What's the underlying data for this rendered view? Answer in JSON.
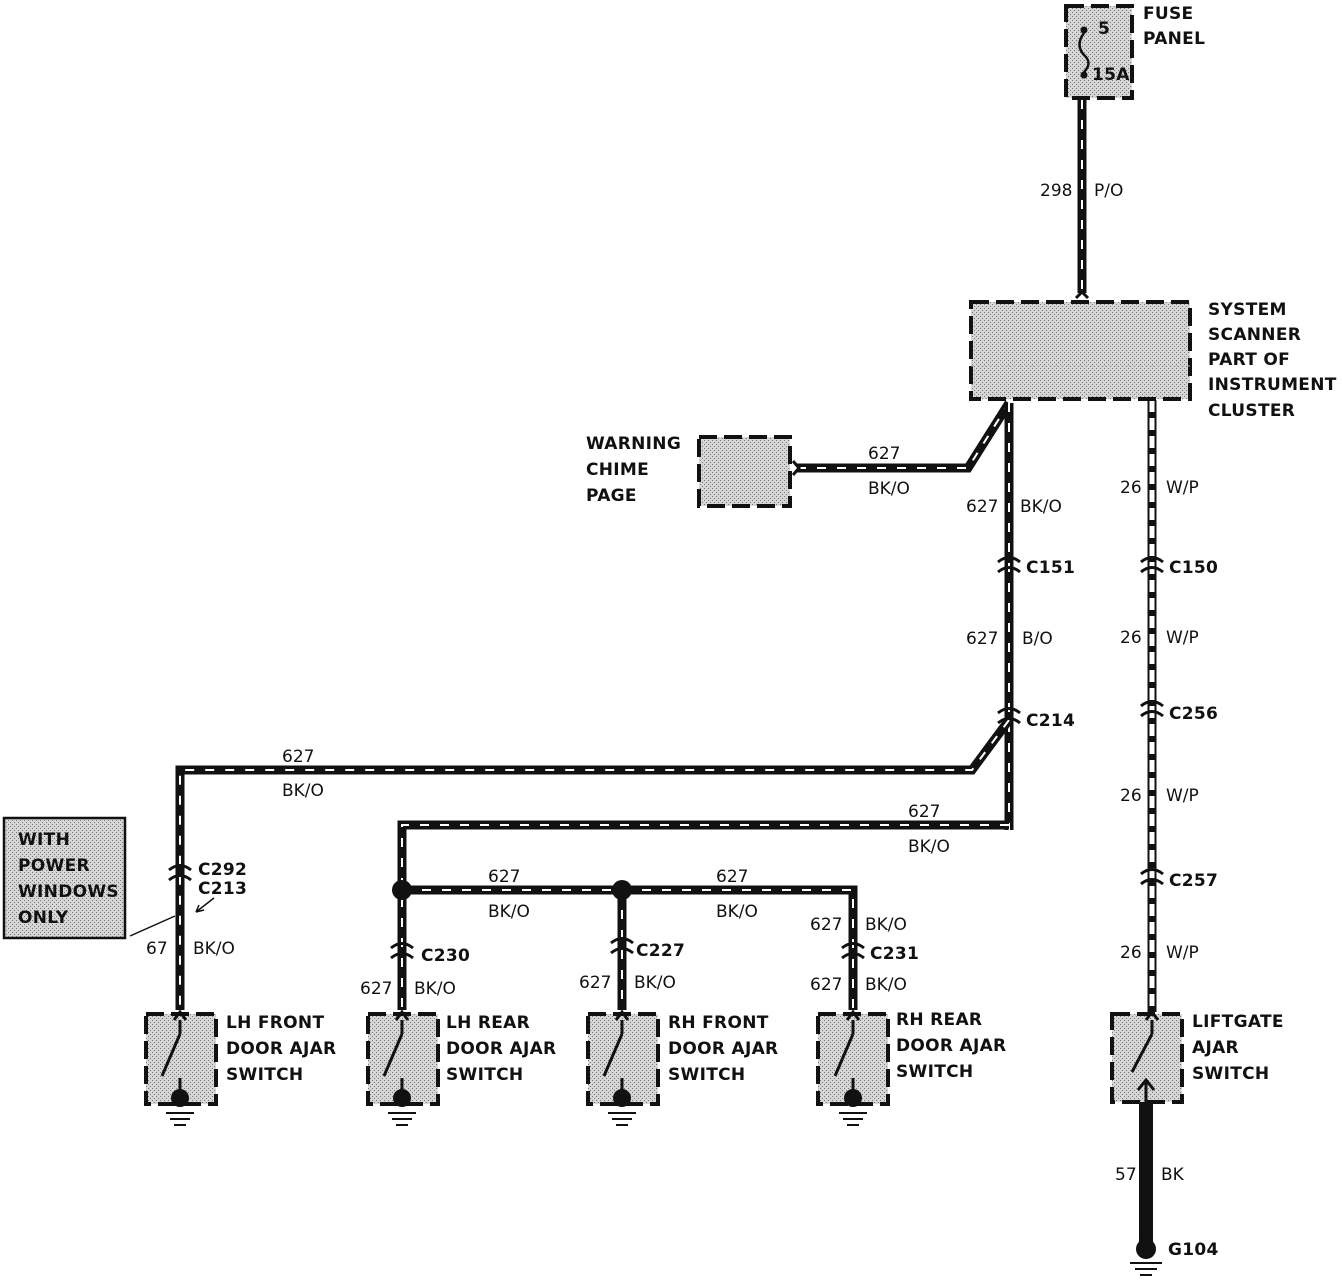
{
  "components": {
    "fuse_panel": {
      "label_lines": [
        "FUSE",
        "PANEL"
      ],
      "fuse_number": "5",
      "fuse_rating": "15A"
    },
    "system_scanner": {
      "label_lines": [
        "SYSTEM",
        "SCANNER",
        "PART OF",
        "INSTRUMENT",
        "CLUSTER"
      ]
    },
    "warning_chime": {
      "label_lines": [
        "WARNING",
        "CHIME",
        "PAGE"
      ]
    },
    "lh_front": {
      "label_lines": [
        "LH FRONT",
        "DOOR AJAR",
        "SWITCH"
      ]
    },
    "lh_rear": {
      "label_lines": [
        "LH REAR",
        "DOOR AJAR",
        "SWITCH"
      ]
    },
    "rh_front": {
      "label_lines": [
        "RH FRONT",
        "DOOR AJAR",
        "SWITCH"
      ]
    },
    "rh_rear": {
      "label_lines": [
        "RH REAR",
        "DOOR AJAR",
        "SWITCH"
      ]
    },
    "liftgate": {
      "label_lines": [
        "LIFTGATE",
        "AJAR",
        "SWITCH"
      ]
    },
    "ground": {
      "label": "G104"
    }
  },
  "note": {
    "label_lines": [
      "WITH",
      "POWER",
      "WINDOWS",
      "ONLY"
    ]
  },
  "connectors": {
    "c151": "C151",
    "c150": "C150",
    "c214": "C214",
    "c256": "C256",
    "c257": "C257",
    "c292": "C292",
    "c213": "C213",
    "c230": "C230",
    "c227": "C227",
    "c231": "C231"
  },
  "wire_labels": {
    "w298": {
      "circuit": "298",
      "color": "P/O"
    },
    "w627_chime": {
      "circuit": "627",
      "color": "BK/O"
    },
    "w627_top": {
      "circuit": "627",
      "color": "BK/O"
    },
    "w627_mid": {
      "circuit": "627",
      "color": "B/O"
    },
    "w627_left": {
      "circuit": "627",
      "color": "BK/O"
    },
    "w627_right": {
      "circuit": "627",
      "color": "BK/O"
    },
    "w627_bus1": {
      "circuit": "627",
      "color": "BK/O"
    },
    "w627_bus2": {
      "circuit": "627",
      "color": "BK/O"
    },
    "w67": {
      "circuit": "67",
      "color": "BK/O"
    },
    "w627_lhr": {
      "circuit": "627",
      "color": "BK/O"
    },
    "w627_rhf": {
      "circuit": "627",
      "color": "BK/O"
    },
    "w627_rhr_a": {
      "circuit": "627",
      "color": "BK/O"
    },
    "w627_rhr_b": {
      "circuit": "627",
      "color": "BK/O"
    },
    "w26_a": {
      "circuit": "26",
      "color": "W/P"
    },
    "w26_b": {
      "circuit": "26",
      "color": "W/P"
    },
    "w26_c": {
      "circuit": "26",
      "color": "W/P"
    },
    "w26_d": {
      "circuit": "26",
      "color": "W/P"
    },
    "w57": {
      "circuit": "57",
      "color": "BK"
    }
  }
}
